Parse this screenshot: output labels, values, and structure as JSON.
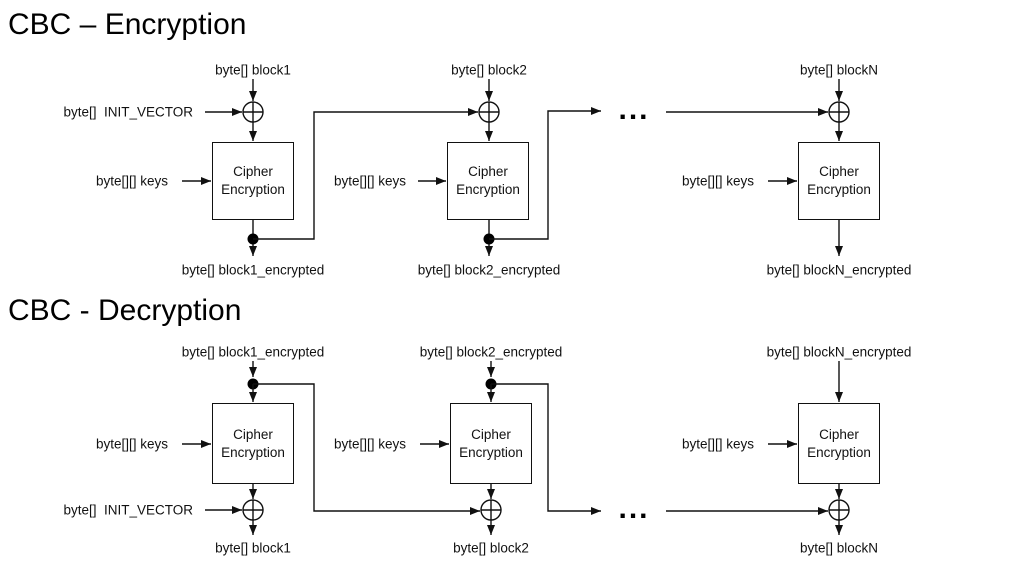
{
  "titles": {
    "encryption": "CBC – Encryption",
    "decryption": "CBC - Decryption"
  },
  "shared": {
    "iv_label": "byte[]  INIT_VECTOR",
    "keys_label": "byte[][] keys",
    "cipher_box_line1": "Cipher",
    "cipher_box_line2": "Encryption",
    "ellipsis": "..."
  },
  "encryption": {
    "block_inputs": [
      "byte[] block1",
      "byte[] block2",
      "byte[] blockN"
    ],
    "block_outputs": [
      "byte[] block1_encrypted",
      "byte[] block2_encrypted",
      "byte[] blockN_encrypted"
    ]
  },
  "decryption": {
    "block_inputs": [
      "byte[] block1_encrypted",
      "byte[] block2_encrypted",
      "byte[] blockN_encrypted"
    ],
    "block_outputs": [
      "byte[] block1",
      "byte[] block2",
      "byte[] blockN"
    ]
  }
}
